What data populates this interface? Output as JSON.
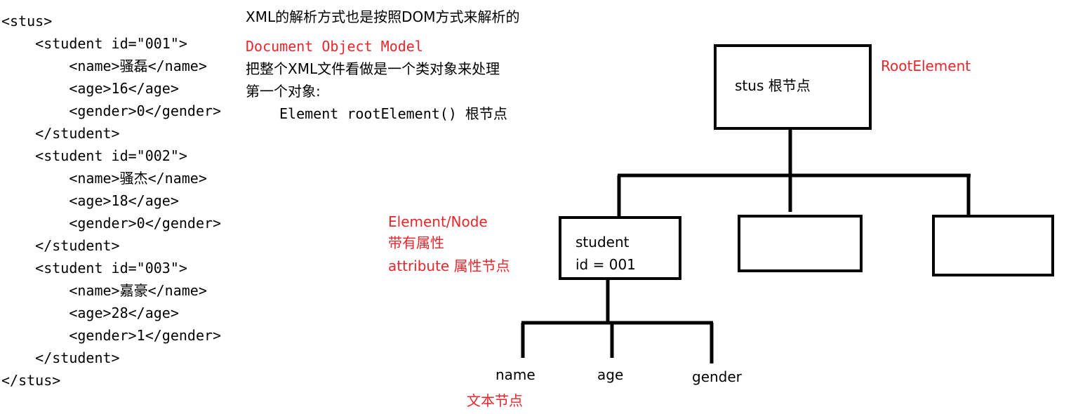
{
  "xml_listing": [
    "<stus>",
    "    <student id=\"001\">",
    "        <name>骚磊</name>",
    "        <age>16</age>",
    "        <gender>0</gender>",
    "    </student>",
    "    <student id=\"002\">",
    "        <name>骚杰</name>",
    "        <age>18</age>",
    "        <gender>0</gender>",
    "    </student>",
    "    <student id=\"003\">",
    "        <name>嘉豪</name>",
    "        <age>28</age>",
    "        <gender>1</gender>",
    "    </student>",
    "</stus>"
  ],
  "notes": {
    "heading": "XML的解析方式也是按照DOM方式来解析的",
    "dom_full_name": "Document Object Model",
    "treat_as_object": "把整个XML文件看做是一个类对象来处理",
    "first_object": "第一个对象:",
    "root_method": "Element rootElement() 根节点"
  },
  "tree": {
    "root_box_text": "stus 根节点",
    "root_label": "RootElement",
    "element_label": "Element/Node",
    "has_attr_label": "带有属性",
    "attribute_label": "attribute 属性节点",
    "student_box_line1": "student",
    "student_box_line2": "id = 001",
    "leaf_name": "name",
    "leaf_age": "age",
    "leaf_gender": "gender",
    "text_node_label": "文本节点"
  },
  "colors": {
    "annotation": "#e8262b",
    "text": "#000000",
    "lines": "#000000"
  }
}
